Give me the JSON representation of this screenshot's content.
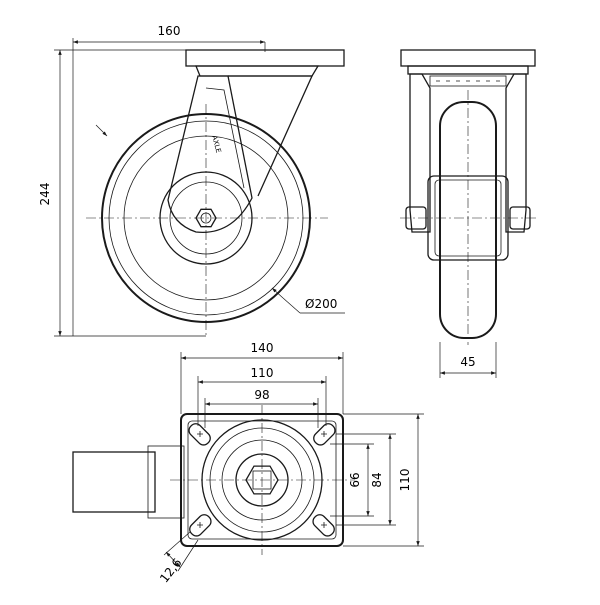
{
  "dimensions": {
    "top_width": "160",
    "overall_height": "244",
    "wheel_diameter": "Ø200",
    "wheel_width": "45",
    "plate_width": "140",
    "hole_spacing_long": "110",
    "hole_spacing_short": "98",
    "slot_small": "66",
    "slot_large": "84",
    "plate_height": "110",
    "slot_width": "12,6"
  },
  "brand_mark": "AXLE"
}
